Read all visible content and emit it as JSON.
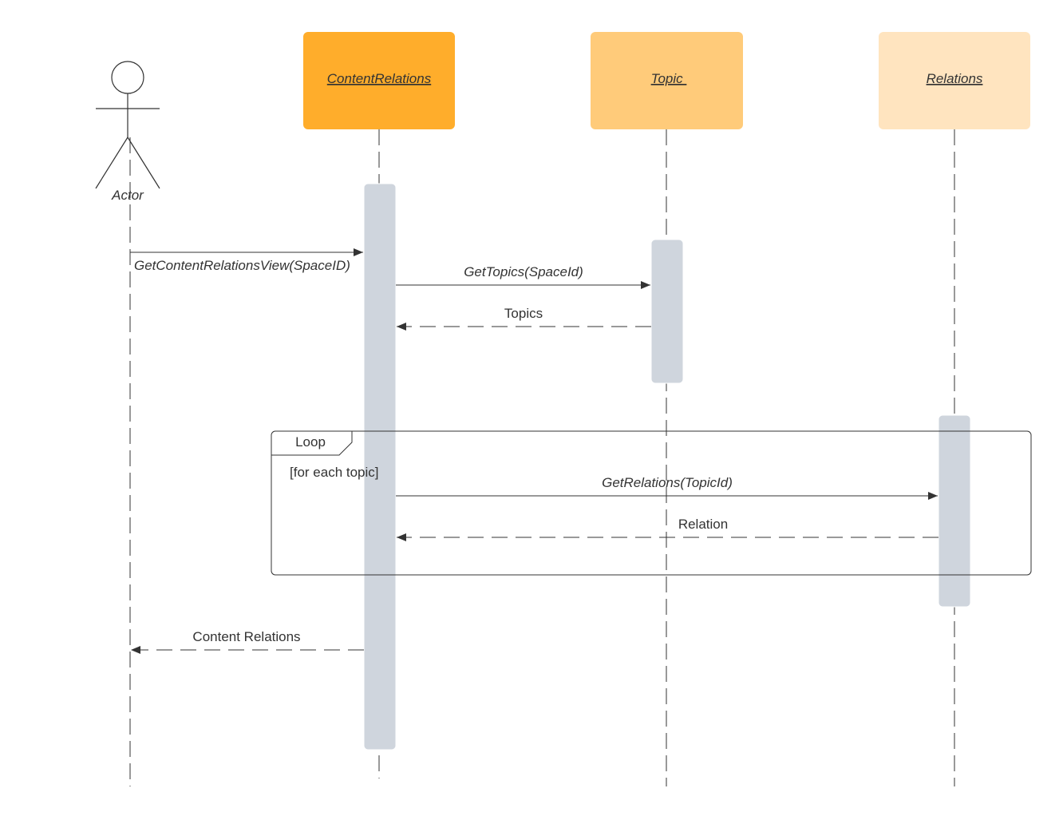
{
  "actor": {
    "name": "Actor"
  },
  "participants": [
    {
      "id": "content-relations",
      "name": "ContentRelations",
      "fill": "#ffad2b"
    },
    {
      "id": "topic",
      "name": "Topic ",
      "fill": "#ffcb7a"
    },
    {
      "id": "relations",
      "name": "Relations",
      "fill": "#ffe4bf"
    }
  ],
  "messages": {
    "get_content_relations_view": "GetContentRelationsView(SpaceID)",
    "get_topics": "GetTopics(SpaceId)",
    "topics_return": "Topics",
    "get_relations": "GetRelations(TopicId)",
    "relation_return": "Relation",
    "content_relations_return": "Content Relations"
  },
  "loop": {
    "label": "Loop",
    "guard": "[for each topic]"
  },
  "colors": {
    "activation": "#cfd5dd",
    "line": "#333333"
  }
}
